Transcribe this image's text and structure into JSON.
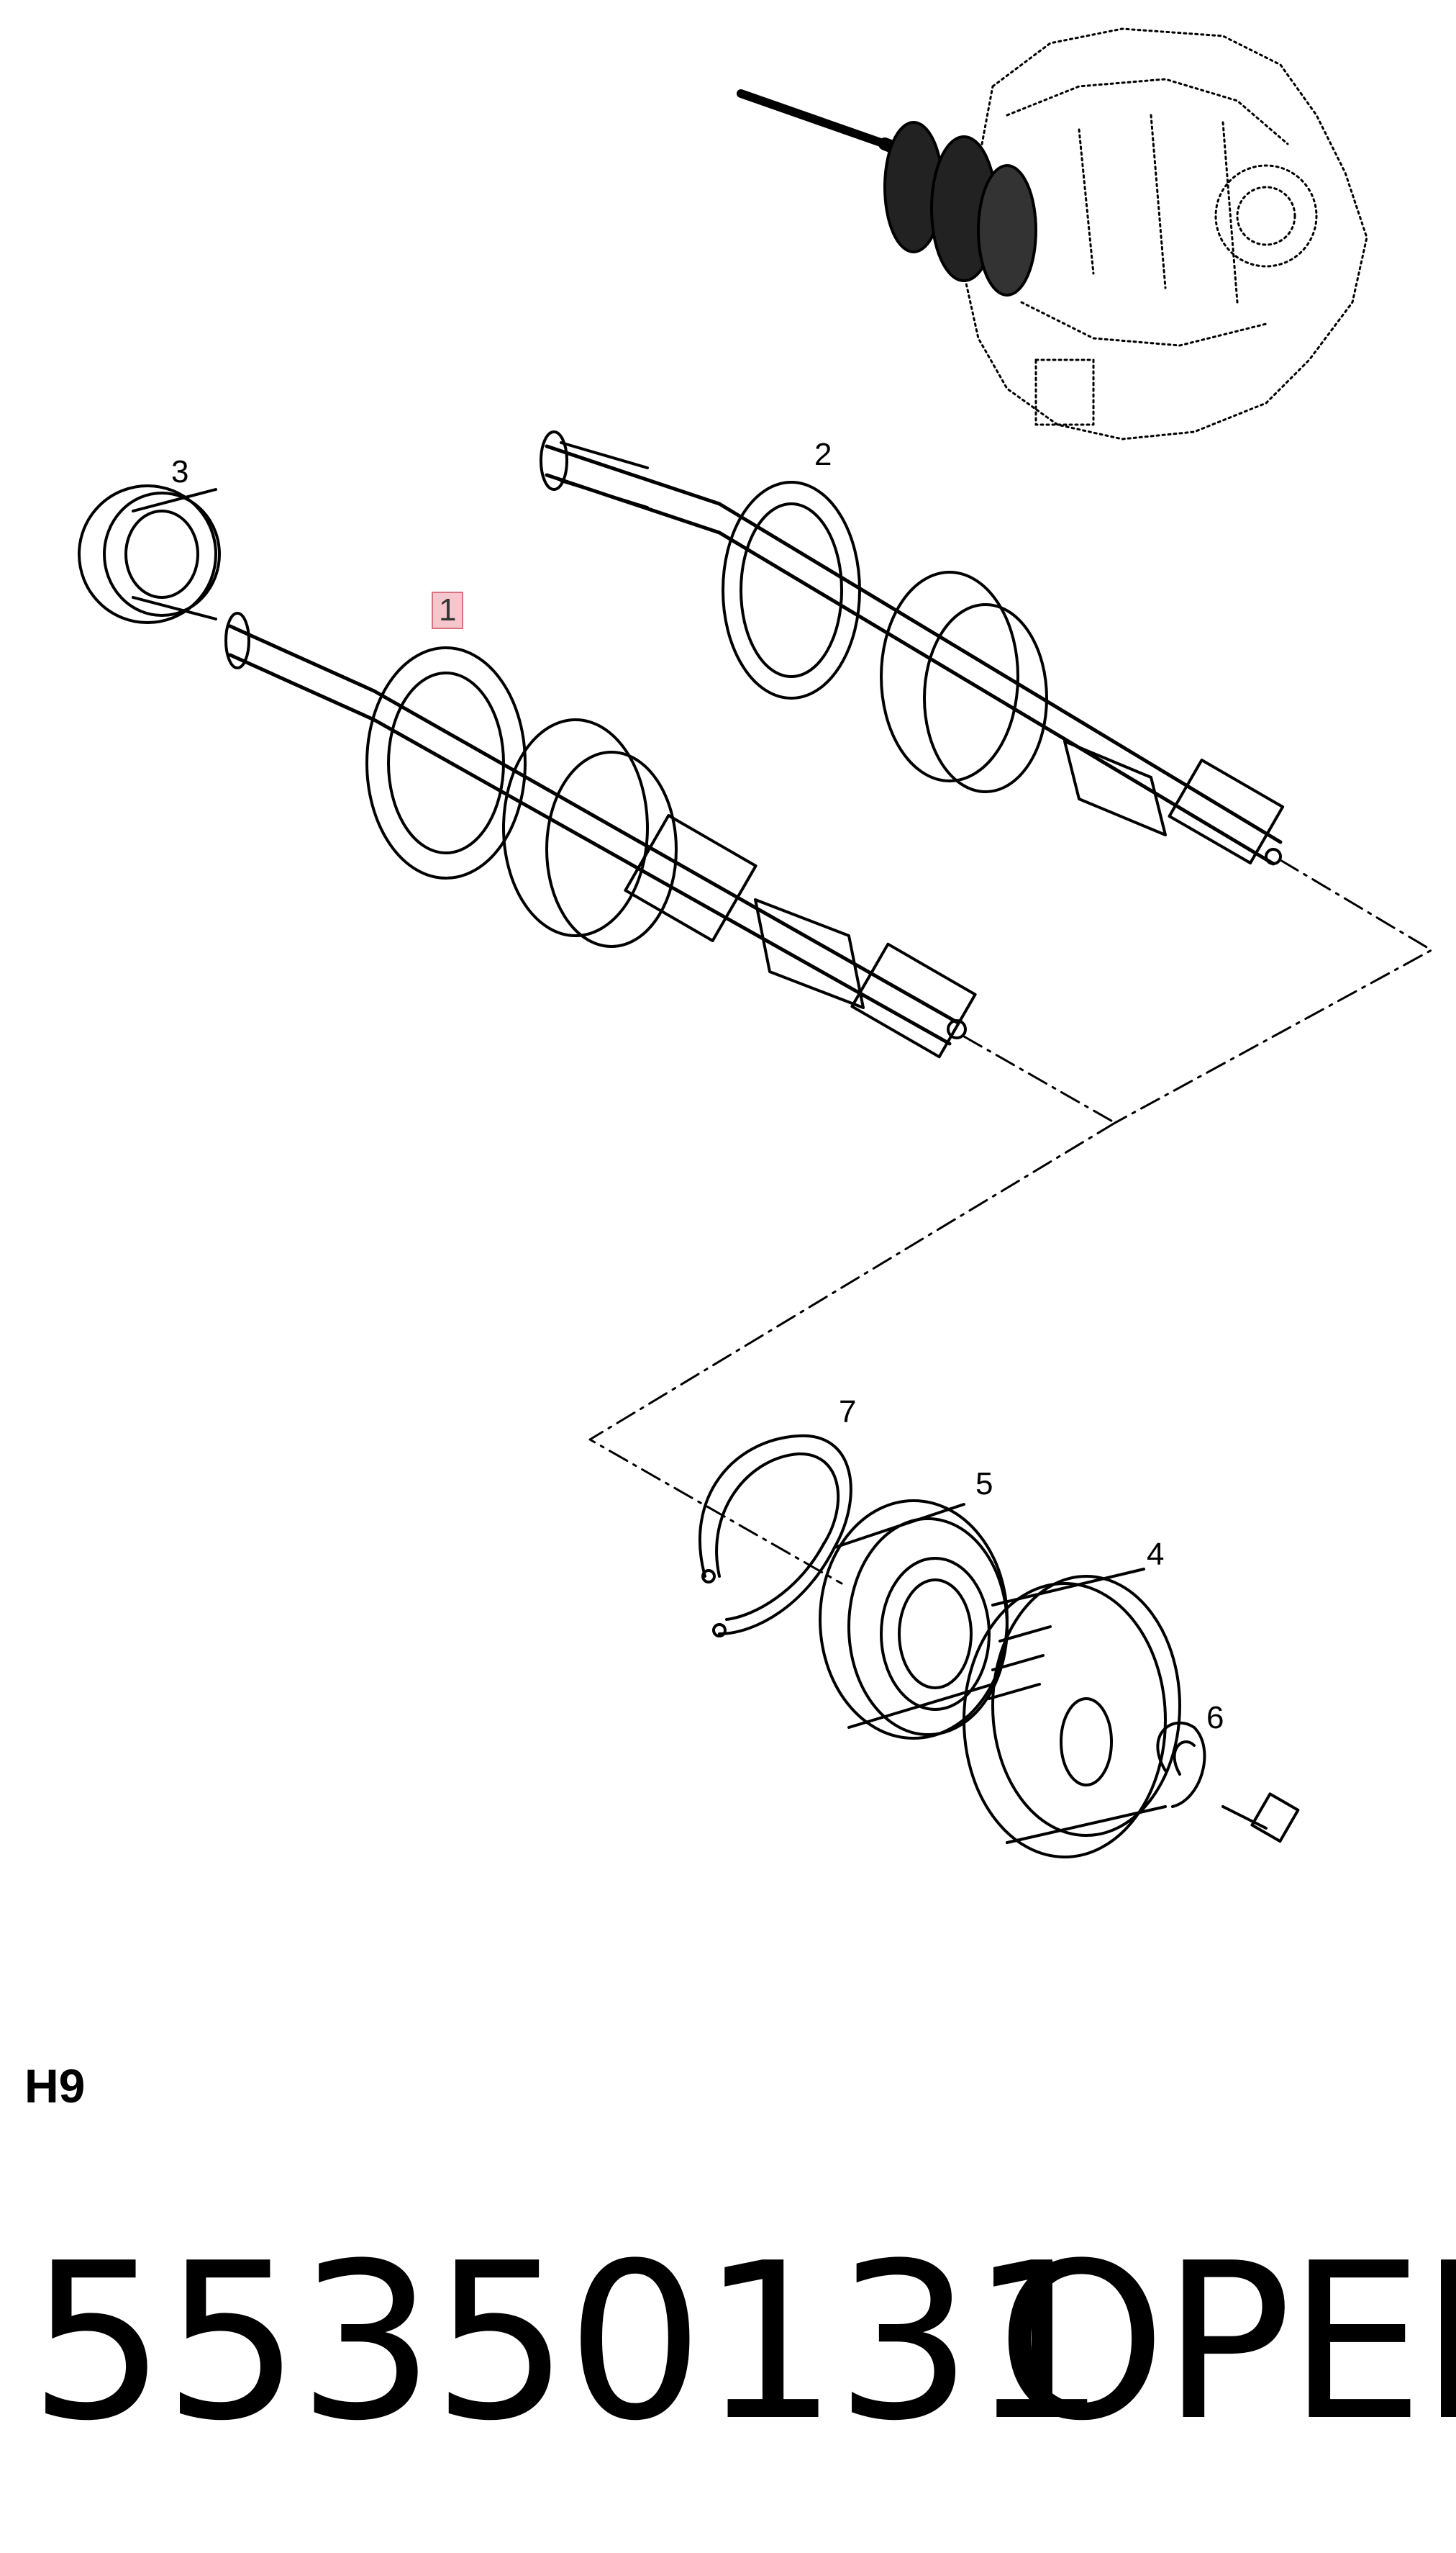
{
  "callouts": [
    {
      "id": "1",
      "label": "1",
      "highlighted": true
    },
    {
      "id": "2",
      "label": "2",
      "highlighted": false
    },
    {
      "id": "3",
      "label": "3",
      "highlighted": false
    },
    {
      "id": "4",
      "label": "4",
      "highlighted": false
    },
    {
      "id": "5",
      "label": "5",
      "highlighted": false
    },
    {
      "id": "6",
      "label": "6",
      "highlighted": false
    },
    {
      "id": "7",
      "label": "7",
      "highlighted": false
    }
  ],
  "diagram_code": "H9",
  "part_number": "55350131",
  "brand": "OPEL",
  "colors": {
    "line": "#000000",
    "highlight_fill": "#f6c6cc",
    "highlight_border": "#d9737f"
  }
}
